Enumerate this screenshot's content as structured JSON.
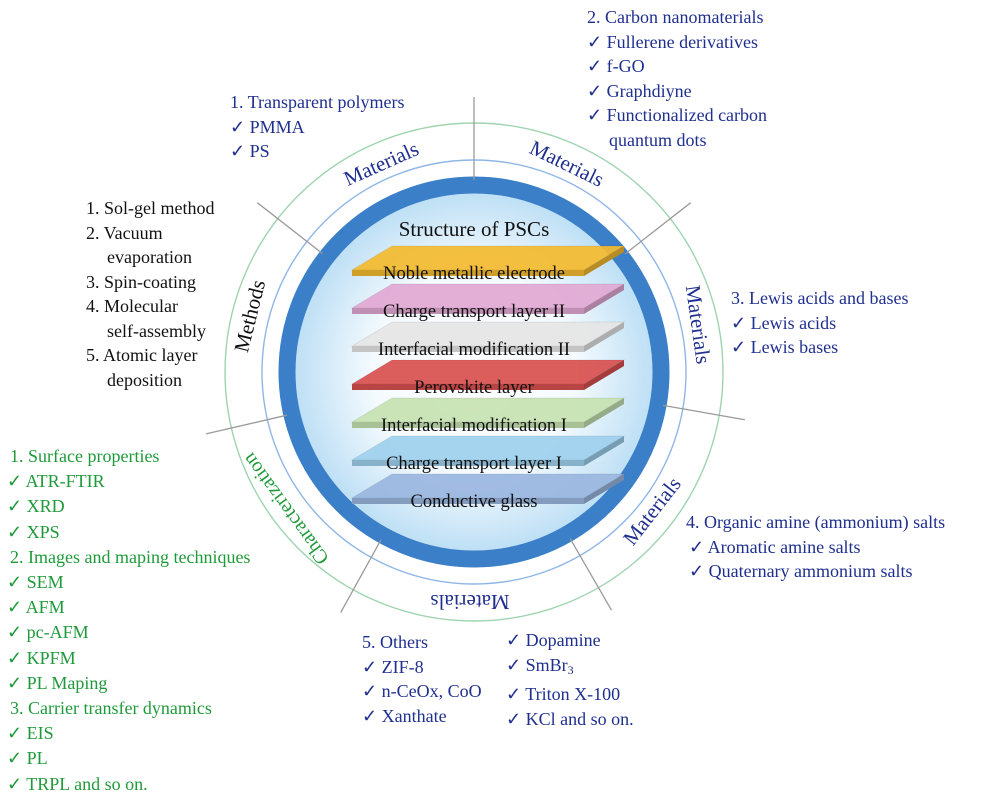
{
  "title": "Structure of PSCs",
  "colors": {
    "materials_text": "#1f2f8f",
    "methods_text": "#111111",
    "characterization_text": "#1f9a3a",
    "ring": "#3a7fc8",
    "inner_circle_line": "#8fb6e6",
    "outer_circle_line": "#9ed4b0",
    "divider": "#9a9a9a"
  },
  "layers": [
    {
      "label": "Noble metallic electrode",
      "color": "#f5bb2f"
    },
    {
      "label": "Charge transport layer II",
      "color": "#e2a9d4"
    },
    {
      "label": "Interfacial modification II",
      "color": "#e6e6e6"
    },
    {
      "label": "Perovskite layer",
      "color": "#d9504f"
    },
    {
      "label": "Interfacial modification I",
      "color": "#c7e3b2"
    },
    {
      "label": "Charge transport layer I",
      "color": "#9fd1ee"
    },
    {
      "label": "Conductive glass",
      "color": "#9bb7e0"
    }
  ],
  "ring_labels": [
    {
      "text": "Materials",
      "category": "materials"
    },
    {
      "text": "Materials",
      "category": "materials"
    },
    {
      "text": "Materials",
      "category": "materials"
    },
    {
      "text": "Materials",
      "category": "materials"
    },
    {
      "text": "Materials",
      "category": "materials"
    },
    {
      "text": "Characterization",
      "category": "characterization"
    },
    {
      "text": "Methods",
      "category": "methods"
    }
  ],
  "check": "✓",
  "materials_1": {
    "heading": "1. Transparent polymers",
    "items": [
      "PMMA",
      "PS"
    ]
  },
  "materials_2": {
    "heading": "2. Carbon nanomaterials",
    "items": [
      "Fullerene derivatives",
      "f-GO",
      "Graphdiyne",
      "Functionalized carbon",
      "quantum dots"
    ]
  },
  "materials_3": {
    "heading": "3. Lewis acids and bases",
    "items": [
      "Lewis acids",
      "Lewis bases"
    ]
  },
  "materials_4": {
    "heading": "4. Organic amine (ammonium) salts",
    "items": [
      "Aromatic amine salts",
      "Quaternary ammonium salts"
    ]
  },
  "materials_5": {
    "heading": "5. Others",
    "col1": [
      "ZIF-8",
      "n-CeOx, CoO",
      "Xanthate"
    ],
    "col2": [
      "Dopamine",
      "SmBr",
      "Triton X-100",
      "KCl and so on."
    ],
    "smbr_subscript": "3"
  },
  "methods": {
    "items": [
      "1. Sol-gel method",
      "2. Vacuum",
      "evaporation",
      "3. Spin-coating",
      "4. Molecular",
      "self-assembly",
      "5. Atomic layer",
      "deposition"
    ]
  },
  "characterization": {
    "items": [
      {
        "text": "1. Surface properties",
        "type": "heading"
      },
      {
        "text": "ATR-FTIR",
        "type": "item"
      },
      {
        "text": "XRD",
        "type": "item"
      },
      {
        "text": "XPS",
        "type": "item"
      },
      {
        "text": "2. Images and maping techniques",
        "type": "heading"
      },
      {
        "text": "SEM",
        "type": "item"
      },
      {
        "text": "AFM",
        "type": "item"
      },
      {
        "text": "pc-AFM",
        "type": "item"
      },
      {
        "text": "KPFM",
        "type": "item"
      },
      {
        "text": "PL Maping",
        "type": "item"
      },
      {
        "text": "3. Carrier transfer dynamics",
        "type": "heading"
      },
      {
        "text": "EIS",
        "type": "item"
      },
      {
        "text": "PL",
        "type": "item"
      },
      {
        "text": "TRPL and so on.",
        "type": "item"
      }
    ]
  }
}
